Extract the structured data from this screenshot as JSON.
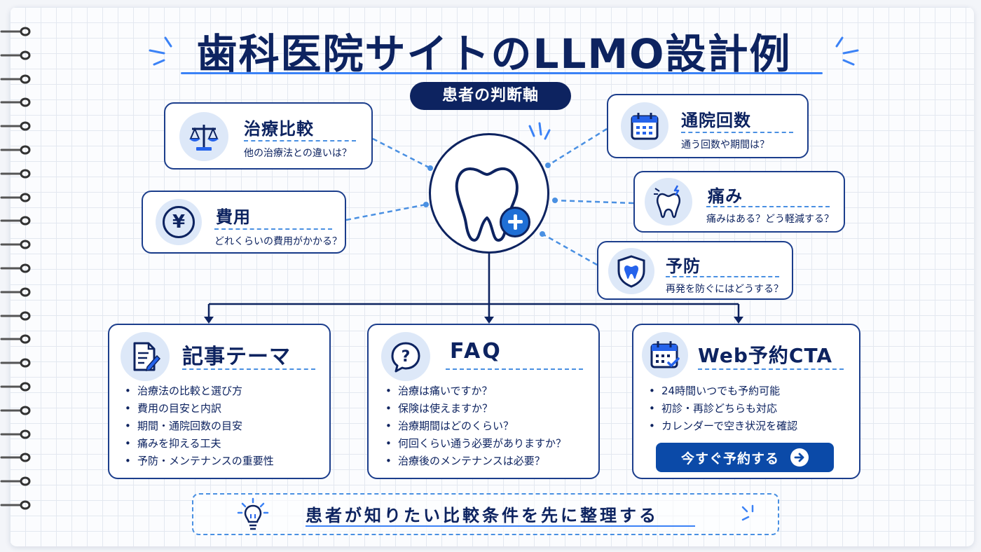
{
  "title": "歯科医院サイトのLLMO設計例",
  "center_label": "患者の判断軸",
  "axes": [
    {
      "id": "compare",
      "title": "治療比較",
      "question": "他の治療法との違いは？",
      "icon": "scales-icon"
    },
    {
      "id": "cost",
      "title": "費用",
      "question": "どれくらいの費用がかかる？",
      "icon": "yen-icon"
    },
    {
      "id": "visits",
      "title": "通院回数",
      "question": "通う回数や期間は？",
      "icon": "calendar-icon"
    },
    {
      "id": "pain",
      "title": "痛み",
      "question": "痛みはある？どう軽減する？",
      "icon": "aching-tooth-icon"
    },
    {
      "id": "prevention",
      "title": "予防",
      "question": "再発を防ぐにはどうする？",
      "icon": "shield-tooth-icon"
    }
  ],
  "outputs": {
    "articles": {
      "title": "記事テーマ",
      "icon": "document-pen-icon",
      "items": [
        "治療法の比較と選び方",
        "費用の目安と内訳",
        "期間・通院回数の目安",
        "痛みを抑える工夫",
        "予防・メンテナンスの重要性"
      ]
    },
    "faq": {
      "title": "FAQ",
      "icon": "question-bubble-icon",
      "items": [
        "治療は痛いですか？",
        "保険は使えますか？",
        "治療期間はどのくらい？",
        "何回くらい通う必要がありますか？",
        "治療後のメンテナンスは必要？"
      ]
    },
    "cta": {
      "title": "Web予約CTA",
      "icon": "calendar-check-icon",
      "items": [
        "24時間いつでも予約可能",
        "初診・再診どちらも対応",
        "カレンダーで空き状況を確認"
      ],
      "button": "今すぐ予約する"
    }
  },
  "conclusion": "患者が知りたい比較条件を先に整理する",
  "colors": {
    "navy": "#0d2360",
    "accent": "#3b82f6",
    "light": "#dde8f8",
    "button": "#0b4aa8"
  }
}
